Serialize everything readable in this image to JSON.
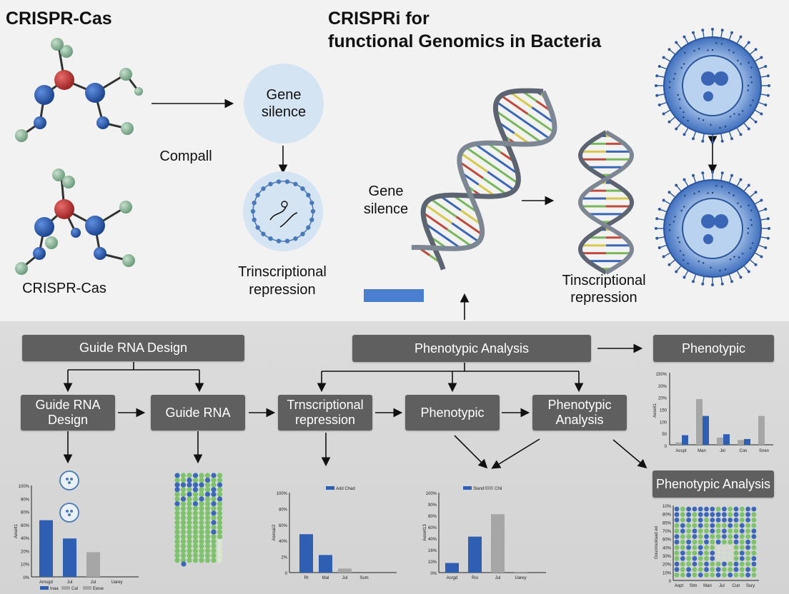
{
  "header": {
    "left_title": "CRISPR-Cas",
    "main_title_line1": "CRISPRi for",
    "main_title_line2": "functional Genomics in Bacteria"
  },
  "top_labels": {
    "molecule_label": "CRISPR-Cas",
    "compall": "Compall",
    "gene_silence_bubble_l1": "Gene",
    "gene_silence_bubble_l2": "silence",
    "trn_repression_l1": "Trinscriptional",
    "trn_repression_l2": "repression",
    "dna_gene_l1": "Gene",
    "dna_gene_l2": "silence",
    "tins_repression_l1": "Tinscriptional",
    "tins_repression_l2": "repression"
  },
  "boxes": {
    "guide_rna_design_top": "Guide RNA Design",
    "phenotypic_analysis_top": "Phenotypic Analysis",
    "phenotypic_top_right": "Phenotypic",
    "guide_rna_design_l1": "Guide RNA",
    "guide_rna_design_l2": "Design",
    "guide_rna": "Guide RNA",
    "trnscriptional_l1": "Trnscriptional",
    "trnscriptional_l2": "repression",
    "phenotypic_mid": "Phenotypic",
    "phenotypic_analysis_mid_l1": "Phenotypic",
    "phenotypic_analysis_mid_l2": "Analysis",
    "phenotypic_analysis_right": "Phenotypic Analysis"
  },
  "colors": {
    "bg_top": "#f2f2f2",
    "bg_bottom": "#d9d9d9",
    "box": "#5f5f5f",
    "blue": "#2f5fb3",
    "gray_bar": "#a6a6a6",
    "green_dot": "#7cc36a",
    "red_atom": "#c23b3b",
    "teal_atom": "#8bb59a"
  },
  "chart_data": [
    {
      "type": "bar",
      "id": "chart1",
      "y_ticks": [
        "100%",
        "90%",
        "80%",
        "60%",
        "40%",
        "20%",
        "10%",
        "0%"
      ],
      "ylabel": "Aeseit1",
      "categories": [
        "Amsgd",
        "Jul",
        "Jul",
        "Uarey"
      ],
      "values": [
        62,
        42,
        27,
        0
      ],
      "bar_colors": [
        "#2f5fb3",
        "#2f5fb3",
        "#a6a6a6",
        "#a6a6a6"
      ],
      "legend": [
        "Inaa",
        "Cal",
        "Ewue"
      ],
      "ylim": [
        0,
        100
      ]
    },
    {
      "type": "bar",
      "id": "chart2",
      "y_ticks": [
        "100%",
        "80%",
        "60%",
        "40%",
        "2%",
        "0"
      ],
      "ylabel": "Asesai/2",
      "categories": [
        "Rt",
        "Mal",
        "Jul",
        "Sum"
      ],
      "values": [
        48,
        22,
        5,
        0
      ],
      "bar_colors": [
        "#2f5fb3",
        "#2f5fb3",
        "#a6a6a6",
        "#a6a6a6"
      ],
      "legend": [
        "Add Chad"
      ],
      "ylim": [
        0,
        100
      ]
    },
    {
      "type": "bar",
      "id": "chart3",
      "y_ticks": [
        "100%",
        "90%",
        "80%",
        "60%",
        "40%",
        "16%",
        "10%",
        "0%"
      ],
      "ylabel": "Aeseit13",
      "categories": [
        "Acrgd",
        "Rsi",
        "Jul",
        "Uarey"
      ],
      "values": [
        12,
        45,
        73,
        1
      ],
      "bar_colors": [
        "#2f5fb3",
        "#2f5fb3",
        "#a6a6a6",
        "#a6a6a6"
      ],
      "legend": [
        "Sland",
        "Chil"
      ],
      "ylim": [
        0,
        100
      ]
    },
    {
      "type": "bar",
      "id": "chart4",
      "y_ticks": [
        "150%",
        "20%",
        "20%",
        "150",
        "100",
        "50",
        "0"
      ],
      "ylabel": "Aeseit1",
      "categories": [
        "Acspt",
        "Man",
        "Jel",
        "Con",
        "Snen"
      ],
      "series": [
        {
          "values": [
            5,
            95,
            15,
            10,
            60
          ]
        },
        {
          "values": [
            20,
            60,
            22,
            12,
            0
          ]
        }
      ],
      "series_colors": [
        "#a6a6a6",
        "#2f5fb3"
      ],
      "ylim": [
        0,
        150
      ]
    }
  ],
  "heatmap_right": {
    "y_ticks": [
      "10%",
      "80%",
      "85%",
      "70%",
      "60%",
      "40%",
      "30%",
      "20%",
      "10%",
      "0"
    ],
    "ylabel": "Goucroustaad ed",
    "x_labels": [
      "Aopt",
      "Stm",
      "Man",
      "Jul",
      "Cun",
      "Sury"
    ]
  }
}
